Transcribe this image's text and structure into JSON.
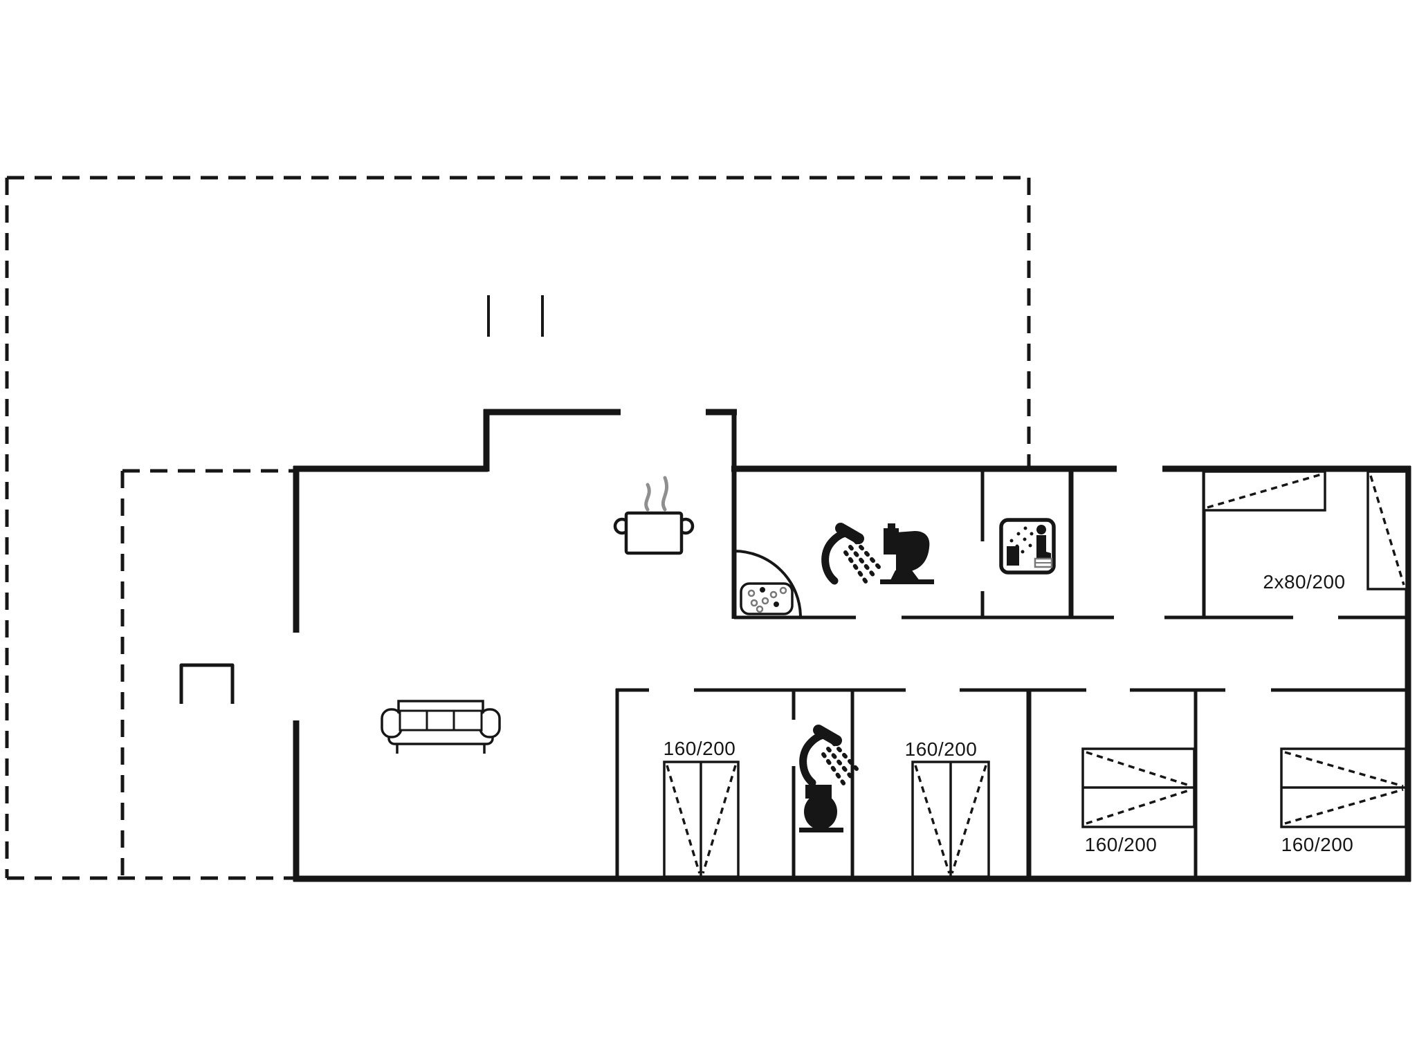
{
  "plan": {
    "type": "vacation-house-floor-plan",
    "colors": {
      "line": "#161616",
      "steam": "#8f8f8f",
      "soft": "#777777",
      "background": "#ffffff"
    },
    "labels": {
      "bunk_bed": "2x80/200",
      "double_bed_1": "160/200",
      "double_bed_2": "160/200",
      "double_bed_3": "160/200",
      "double_bed_4": "160/200"
    },
    "icons": [
      "terrace-dashed-outline",
      "grill-icon",
      "terrace-step-marks",
      "stove-pot-icon",
      "steam-icon",
      "corner-sink-icon",
      "shower-icon",
      "toilet-icon",
      "sauna-icon",
      "sofa-icon",
      "double-bed-icon",
      "bunk-bed-icon"
    ]
  }
}
